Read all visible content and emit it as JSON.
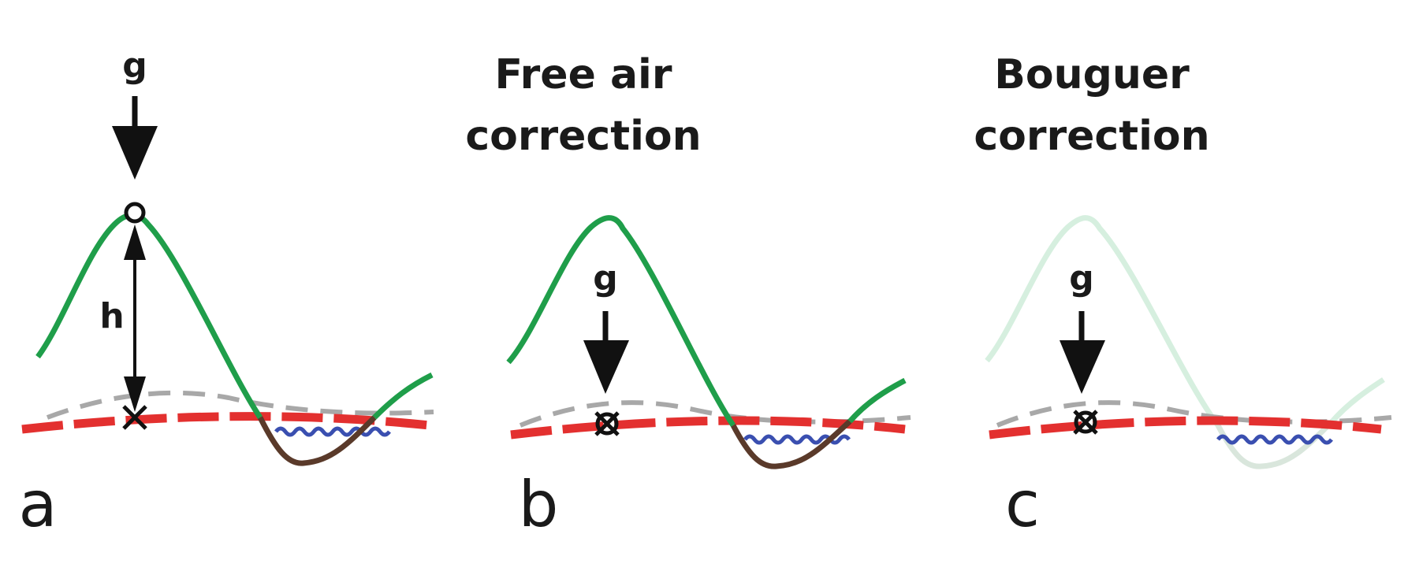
{
  "colors": {
    "terrain": "#1f9e4a",
    "terrain_faded": "#d6efdf",
    "valley": "#5a3a2a",
    "valley_faded": "#d9e6dc",
    "water": "#3a4fb0",
    "geoid": "#e3302f",
    "ellipsoid": "#a8a8a8",
    "ink": "#111111"
  },
  "panels": [
    {
      "id": "a",
      "letter": "a",
      "title_line1": "",
      "title_line2": "",
      "gravity_label": "g",
      "height_label": "h"
    },
    {
      "id": "b",
      "letter": "b",
      "title_line1": "Free air",
      "title_line2": "correction",
      "gravity_label": "g"
    },
    {
      "id": "c",
      "letter": "c",
      "title_line1": "Bouguer",
      "title_line2": "correction",
      "gravity_label": "g"
    }
  ]
}
